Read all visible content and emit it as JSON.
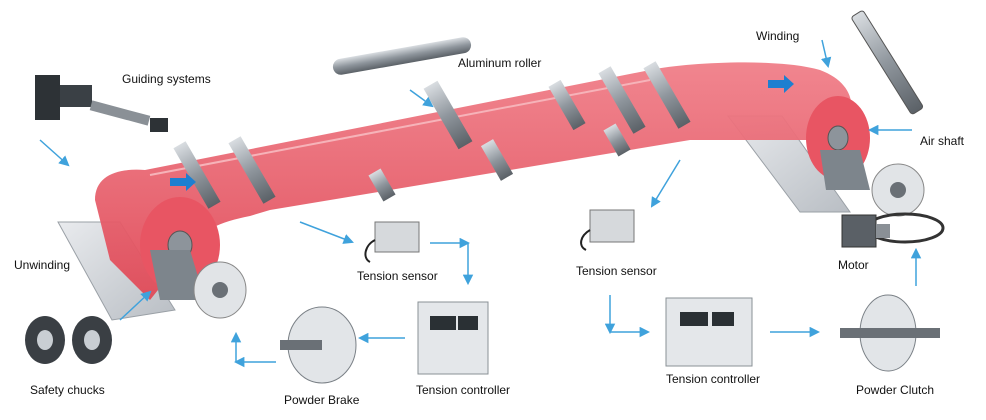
{
  "labels": {
    "guiding_systems": "Guiding systems",
    "aluminum_roller": "Aluminum roller",
    "winding": "Winding",
    "air_shaft": "Air shaft",
    "unwinding": "Unwinding",
    "tension_sensor_left": "Tension sensor",
    "tension_sensor_right": "Tension sensor",
    "motor": "Motor",
    "safety_chucks": "Safety chucks",
    "powder_brake": "Powder Brake",
    "tension_controller_left": "Tension controller",
    "tension_controller_right": "Tension controller",
    "powder_clutch": "Powder Clutch"
  },
  "colors": {
    "web": "#e8505f",
    "web_light": "#f28a93",
    "roller": "#9aa0a6",
    "arrow": "#3fa2dc",
    "flow_arrow": "#1e7fd0"
  }
}
